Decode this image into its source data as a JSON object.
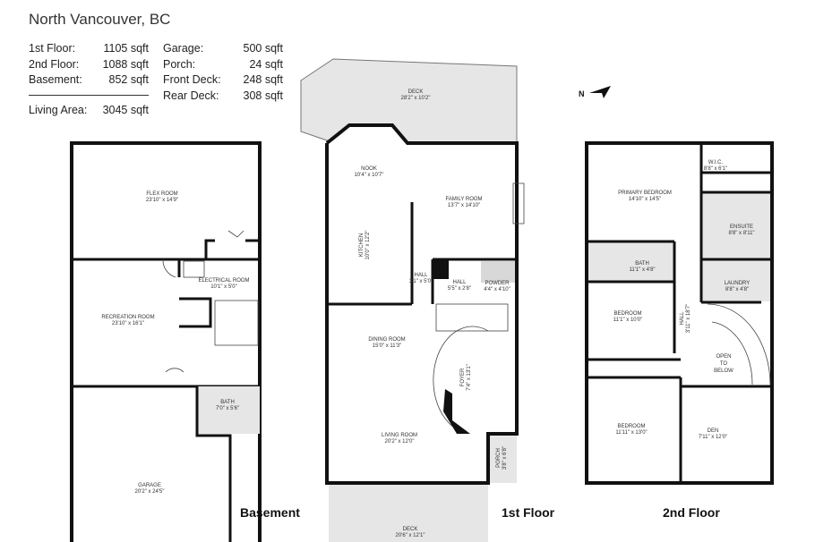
{
  "title": "North Vancouver, BC",
  "stats_left": [
    {
      "label": "1st Floor:",
      "value": "1105 sqft"
    },
    {
      "label": "2nd Floor:",
      "value": "1088 sqft"
    },
    {
      "label": "Basement:",
      "value": "852 sqft"
    }
  ],
  "stats_right": [
    {
      "label": "Garage:",
      "value": "500 sqft"
    },
    {
      "label": "Porch:",
      "value": "24 sqft"
    },
    {
      "label": "Front Deck:",
      "value": "248 sqft"
    },
    {
      "label": "Rear Deck:",
      "value": "308 sqft"
    }
  ],
  "living_area": {
    "label": "Living Area:",
    "value": "3045 sqft"
  },
  "compass_label": "N",
  "floors": {
    "basement": {
      "label": "Basement",
      "rooms": {
        "flex": {
          "name": "FLEX ROOM",
          "dims": "23'10\" x 14'9\""
        },
        "electrical": {
          "name": "ELECTRICAL ROOM",
          "dims": "10'1\" x 5'0\""
        },
        "recreation": {
          "name": "RECREATION ROOM",
          "dims": "23'10\" x 16'1\""
        },
        "bath": {
          "name": "BATH",
          "dims": "7'0\" x 5'6\""
        },
        "garage": {
          "name": "GARAGE",
          "dims": "20'2\" x 24'5\""
        }
      }
    },
    "first": {
      "label": "1st Floor",
      "rooms": {
        "deck_rear": {
          "name": "DECK",
          "dims": "28'2\" x 10'2\""
        },
        "nook": {
          "name": "NOOK",
          "dims": "10'4\" x 10'7\""
        },
        "family": {
          "name": "FAMILY ROOM",
          "dims": "13'7\" x 14'10\""
        },
        "kitchen": {
          "name": "KITCHEN",
          "dims": "10'0\" x 12'2\""
        },
        "hall1": {
          "name": "HALL",
          "dims": "3'1\" x 5'0\""
        },
        "hall2": {
          "name": "HALL",
          "dims": "5'5\" x 2'8\""
        },
        "powder": {
          "name": "POWDER",
          "dims": "4'4\" x 4'10\""
        },
        "dining": {
          "name": "DINING ROOM",
          "dims": "15'0\" x 11'3\""
        },
        "foyer": {
          "name": "FOYER",
          "dims": "7'4\" x 13'1\""
        },
        "living": {
          "name": "LIVING ROOM",
          "dims": "20'2\" x 12'0\""
        },
        "porch": {
          "name": "PORCH",
          "dims": "3'8\" x 6'8\""
        },
        "deck_front": {
          "name": "DECK",
          "dims": "20'6\" x 12'1\""
        }
      }
    },
    "second": {
      "label": "2nd Floor",
      "rooms": {
        "wic": {
          "name": "W.I.C.",
          "dims": "8'8\" x 6'1\""
        },
        "primary": {
          "name": "PRIMARY BEDROOM",
          "dims": "14'10\" x 14'5\""
        },
        "ensuite": {
          "name": "ENSUITE",
          "dims": "8'8\" x 8'11\""
        },
        "bath": {
          "name": "BATH",
          "dims": "11'1\" x 4'8\""
        },
        "laundry": {
          "name": "LAUNDRY",
          "dims": "8'8\" x 4'8\""
        },
        "bedroom1": {
          "name": "BEDROOM",
          "dims": "11'1\" x 10'0\""
        },
        "hall": {
          "name": "HALL",
          "dims": "3'11\" x 18'7\""
        },
        "open": {
          "name": "OPEN TO BELOW"
        },
        "bedroom2": {
          "name": "BEDROOM",
          "dims": "11'11\" x 13'0\""
        },
        "den": {
          "name": "DEN",
          "dims": "7'11\" x 12'0\""
        }
      }
    }
  }
}
